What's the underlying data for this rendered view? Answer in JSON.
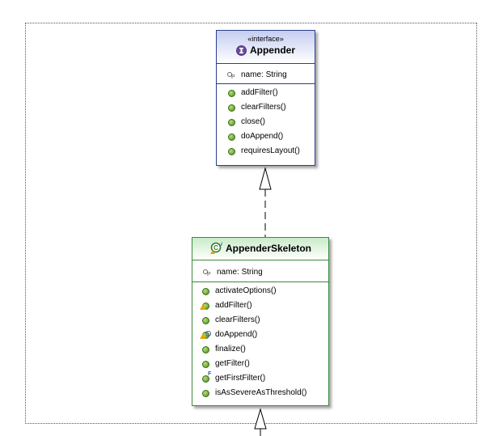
{
  "interface_class": {
    "stereotype": "«interface»",
    "name": "Appender",
    "attribute": "name: String",
    "operations": [
      "addFilter()",
      "clearFilters()",
      "close()",
      "doAppend()",
      "requiresLayout()"
    ]
  },
  "skeleton_class": {
    "name": "AppenderSkeleton",
    "attribute": "name: String",
    "operations": [
      {
        "label": "activateOptions()",
        "icon": "public-method-icon"
      },
      {
        "label": "addFilter()",
        "icon": "warning-method-icon"
      },
      {
        "label": "clearFilters()",
        "icon": "public-method-icon"
      },
      {
        "label": "doAppend()",
        "icon": "overridden-method-icon"
      },
      {
        "label": "finalize()",
        "icon": "public-method-icon"
      },
      {
        "label": "getFilter()",
        "icon": "public-method-icon"
      },
      {
        "label": "getFirstFilter()",
        "icon": "final-method-icon"
      },
      {
        "label": "isAsSevereAsThreshold()",
        "icon": "public-method-icon"
      }
    ]
  },
  "colors": {
    "interface_border": "#2b3f8f",
    "class_border": "#3c8a3c",
    "method_dot": "#4c8a1c"
  }
}
